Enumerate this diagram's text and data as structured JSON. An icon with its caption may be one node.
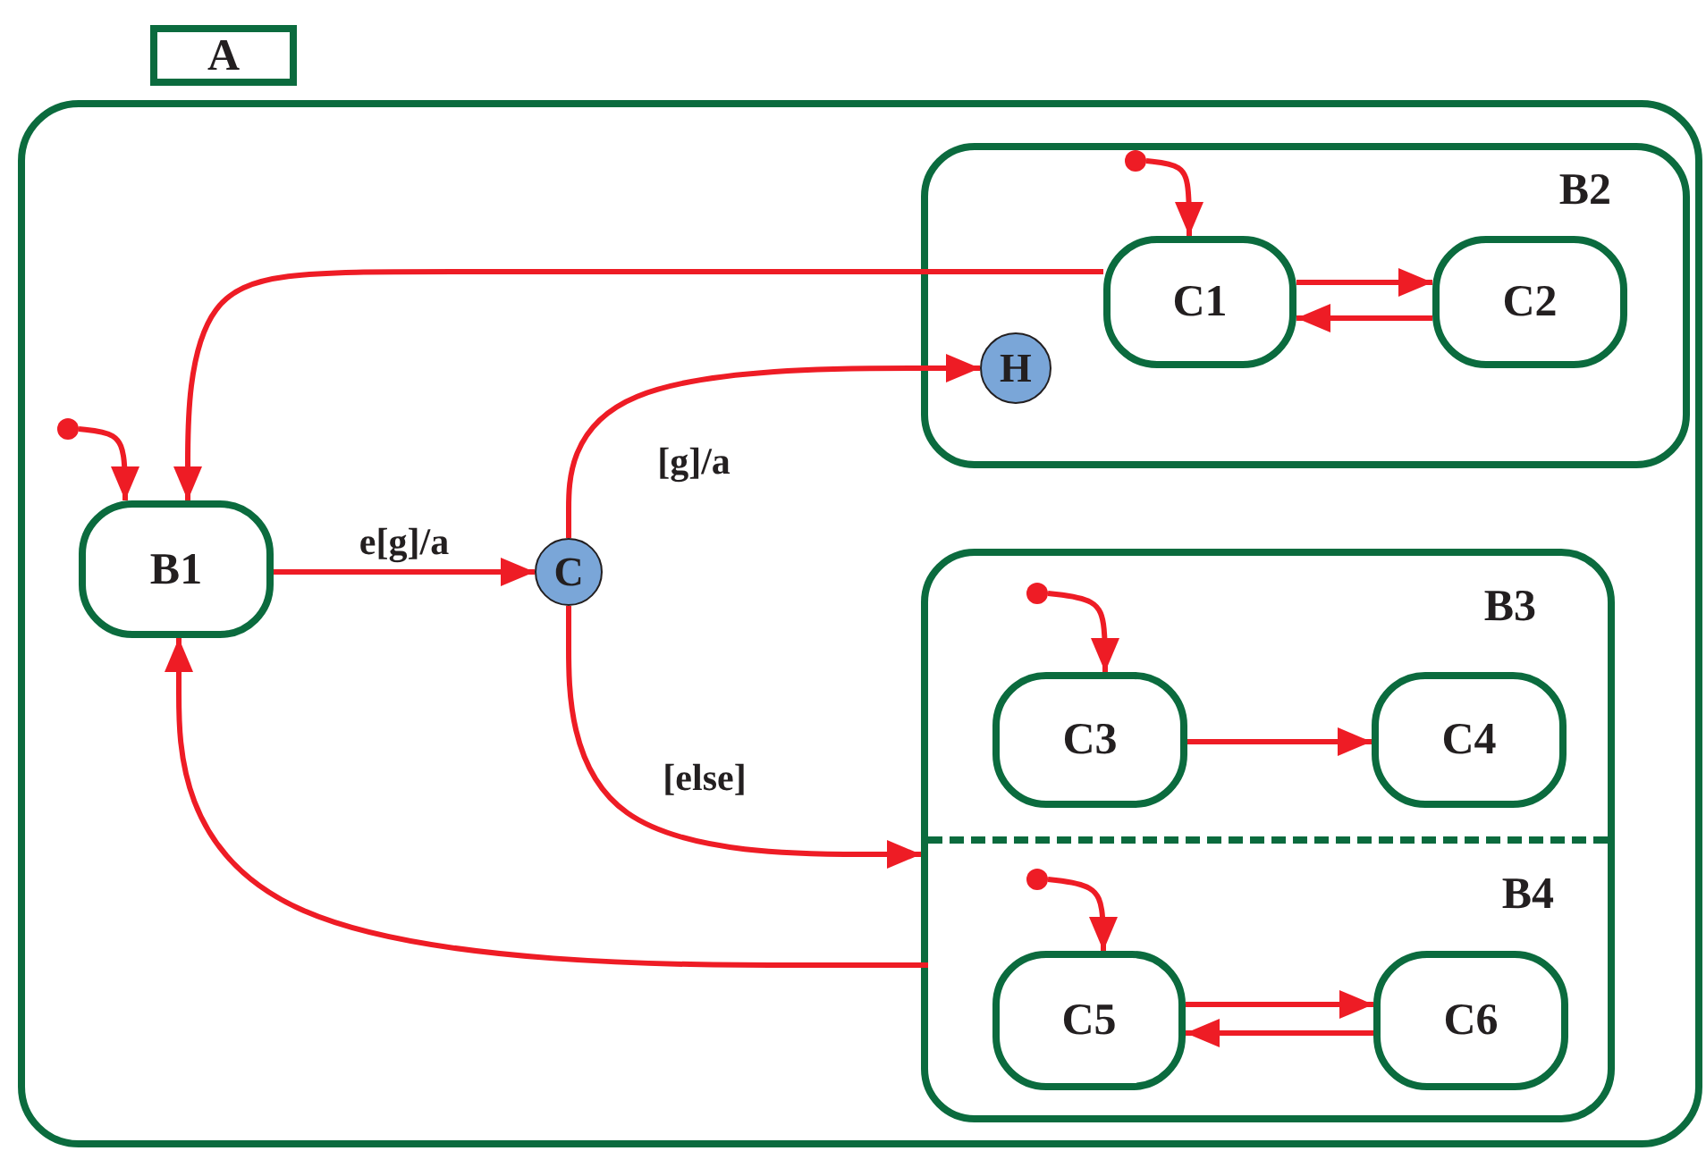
{
  "diagram": {
    "nodes": [
      {
        "text": [
          "A"
        ]
      },
      {
        "text": [],
        "shape": "circle",
        "in": 0
      },
      {
        "text": [
          "B1"
        ],
        "in": 0
      },
      {
        "text": [
          "C"
        ],
        "in": 0
      },
      {
        "text": [
          "B2"
        ],
        "in": 0
      },
      {
        "text": [],
        "shape": "circle",
        "in": 4
      },
      {
        "text": [
          "C1"
        ],
        "in": 4
      },
      {
        "text": [
          "C2"
        ],
        "in": 4
      },
      {
        "text": [
          "H"
        ],
        "in": 4
      },
      {
        "text": [],
        "shape": "box",
        "in": 0
      },
      {
        "text": [
          "B3"
        ],
        "in": 9
      },
      {
        "text": [],
        "shape": "circle",
        "in": 10
      },
      {
        "text": [
          "C3"
        ],
        "in": 10
      },
      {
        "text": [
          "C4"
        ],
        "in": 10
      },
      {
        "text": [
          "B4"
        ],
        "in": 9
      },
      {
        "text": [],
        "shape": "circle",
        "in": 14
      },
      {
        "text": [
          "C5"
        ],
        "in": 14
      },
      {
        "text": [
          "C6"
        ],
        "in": 14
      }
    ],
    "edges": [
      {
        "from": 1,
        "to": 2,
        "arrow": "to"
      },
      {
        "from": 6,
        "to": 2,
        "arrow": "to"
      },
      {
        "from": 2,
        "to": 3,
        "arrow": "to",
        "label": "e[g]/a"
      },
      {
        "from": 3,
        "to": 8,
        "arrow": "to",
        "label": "[g]/a"
      },
      {
        "from": 3,
        "to": 9,
        "arrow": "to",
        "label": "[else]"
      },
      {
        "from": 14,
        "to": 2,
        "arrow": "to"
      },
      {
        "from": 5,
        "to": 6,
        "arrow": "to"
      },
      {
        "from": 6,
        "to": 7,
        "arrow": "to"
      },
      {
        "from": 7,
        "to": 6,
        "arrow": "to"
      },
      {
        "from": 11,
        "to": 12,
        "arrow": "to"
      },
      {
        "from": 12,
        "to": 13,
        "arrow": "to"
      },
      {
        "from": 15,
        "to": 16,
        "arrow": "to"
      },
      {
        "from": 16,
        "to": 17,
        "arrow": "to"
      },
      {
        "from": 17,
        "to": 16,
        "arrow": "to"
      }
    ]
  }
}
